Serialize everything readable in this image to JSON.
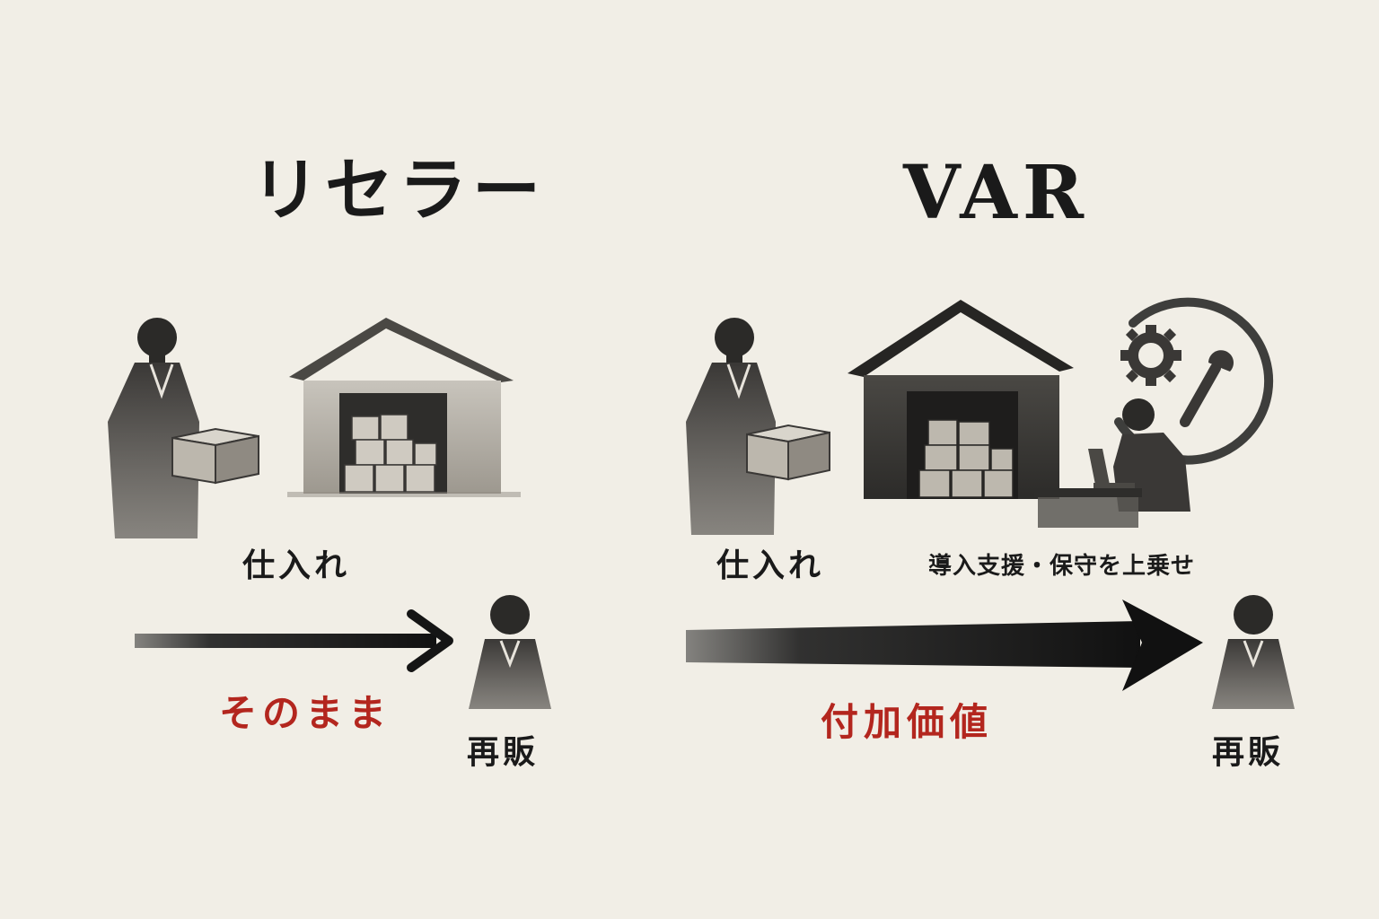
{
  "reseller": {
    "title": "リセラー",
    "purchase_label": "仕入れ",
    "flow_label": "そのまま",
    "resale_label": "再販"
  },
  "var": {
    "title": "VAR",
    "purchase_label": "仕入れ",
    "service_label": "導入支援・保守を上乗せ",
    "flow_label": "付加価値",
    "resale_label": "再販"
  },
  "colors": {
    "background": "#f1eee6",
    "ink": "#1a1a1a",
    "accent": "#b3261e"
  },
  "icons": [
    "person-icon",
    "box-icon",
    "warehouse-icon",
    "gear-icon",
    "wrench-icon",
    "laptop-icon",
    "arrow-icon"
  ]
}
